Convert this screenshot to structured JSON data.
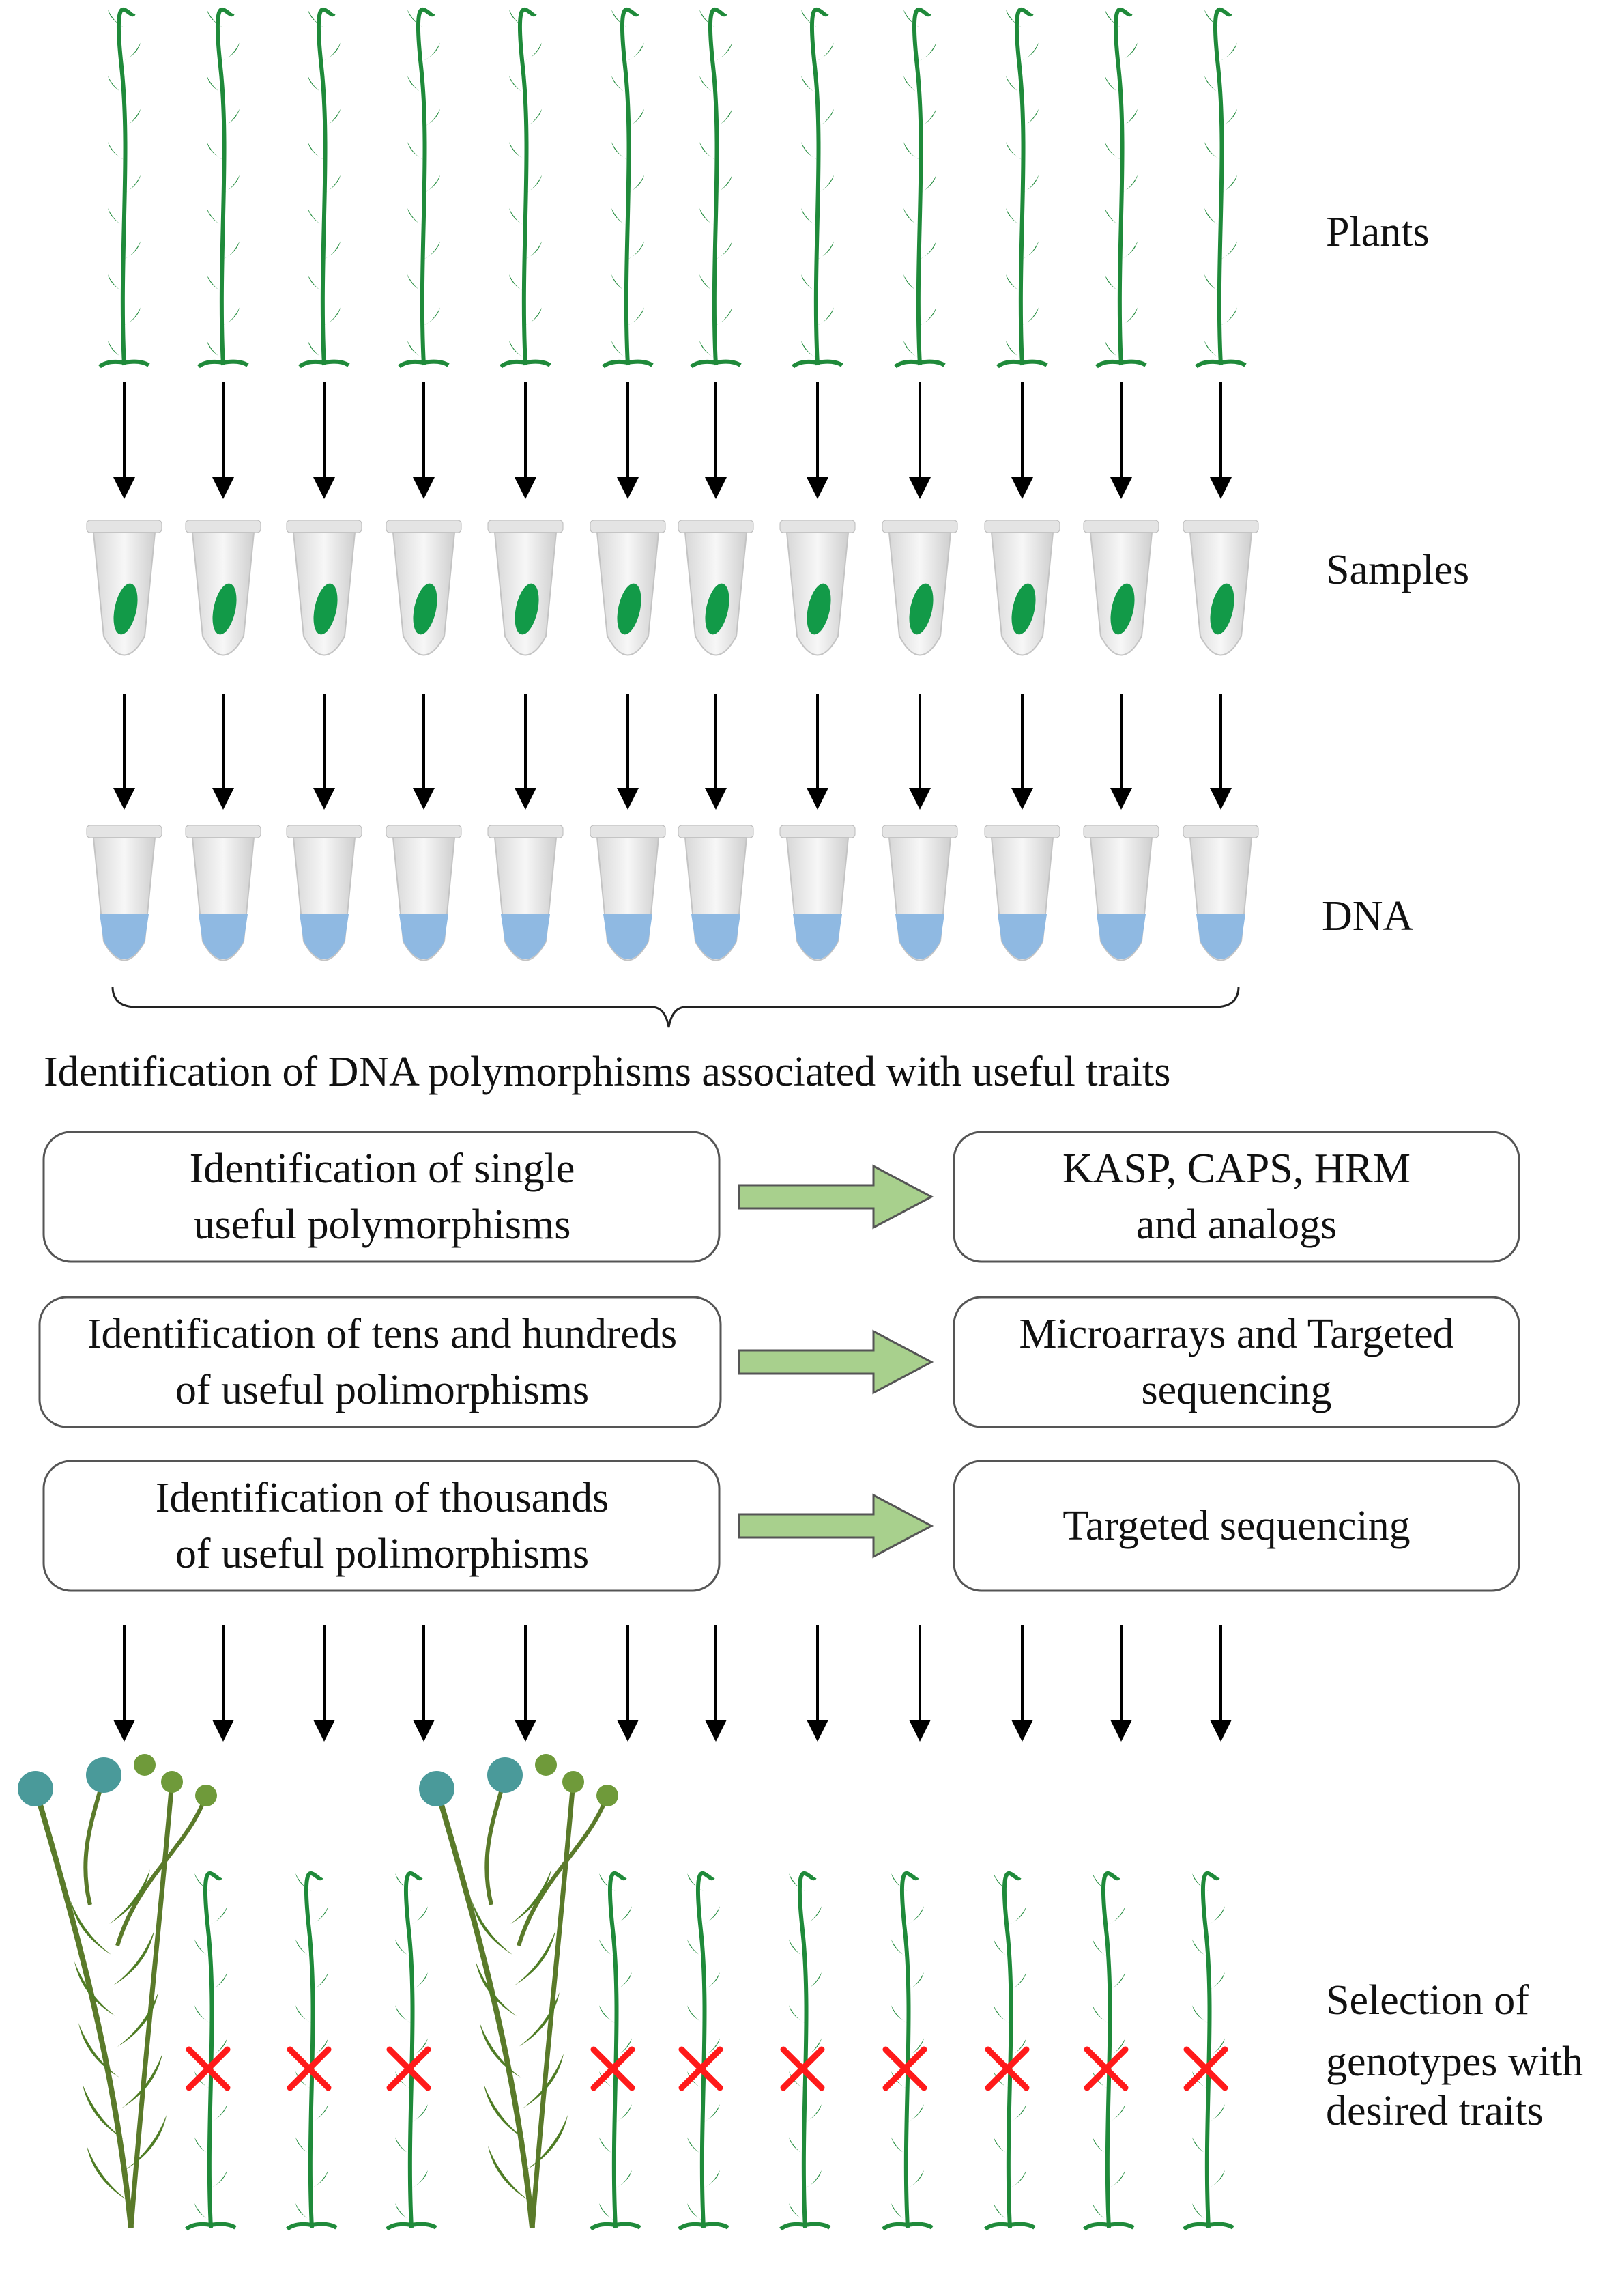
{
  "labels": {
    "plants": "Plants",
    "samples": "Samples",
    "dna": "DNA",
    "identification_heading": "Identification of DNA polymorphisms associated with useful traits",
    "selection": [
      "Selection of",
      "genotypes with",
      "desired traits"
    ]
  },
  "rows": [
    {
      "left": [
        "Identification of single",
        "useful polymorphisms"
      ],
      "right": [
        "KASP, CAPS, HRM",
        "and analogs"
      ]
    },
    {
      "left": [
        "Identification of tens and hundreds",
        "of useful polimorphisms"
      ],
      "right": [
        "Microarrays and Targeted",
        "sequencing"
      ]
    },
    {
      "left": [
        "Identification of thousands",
        "of useful polimorphisms"
      ],
      "right": [
        "Targeted sequencing"
      ]
    }
  ],
  "plant_count": 12,
  "selected": [
    true,
    false,
    false,
    false,
    true,
    false,
    false,
    false,
    false,
    false,
    false,
    false
  ],
  "colors": {
    "plant": "#1f8a3a",
    "sample": "#129a48",
    "dna": "#8fb9e2",
    "reject": "#ff1a1a",
    "process_arrow": "#a8d08d",
    "flower": "#4a9a9a"
  }
}
